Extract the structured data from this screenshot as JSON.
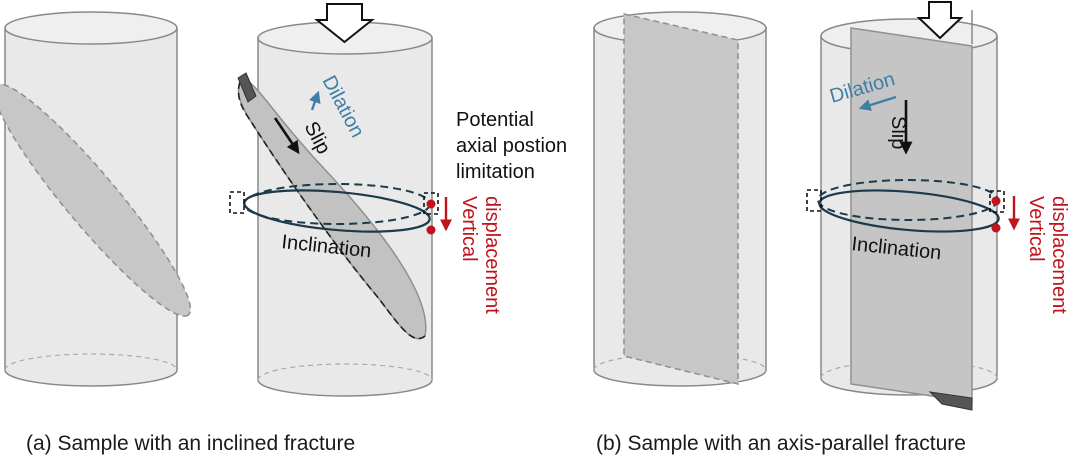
{
  "panel_a": {
    "caption": "(a) Sample with an inclined fracture",
    "dilation": "Dilation",
    "slip": "Slip",
    "inclination": "Inclination",
    "vertical_line1": "Vertical",
    "vertical_line2": "displacement",
    "note_line1": "Potential",
    "note_line2": "axial postion",
    "note_line3": "limitation"
  },
  "panel_b": {
    "caption": "(b) Sample with an axis-parallel fracture",
    "dilation": "Dilation",
    "slip": "Slip",
    "inclination": "Inclination",
    "vertical_line1": "Vertical",
    "vertical_line2": "displacement"
  },
  "colors": {
    "dilation": "#3f7fa6",
    "displacement": "#c0141c",
    "ellipse": "#1b3a4b",
    "cylinder_fill": "#e9e9e9",
    "fracture_fill": "#c7c7c7"
  }
}
